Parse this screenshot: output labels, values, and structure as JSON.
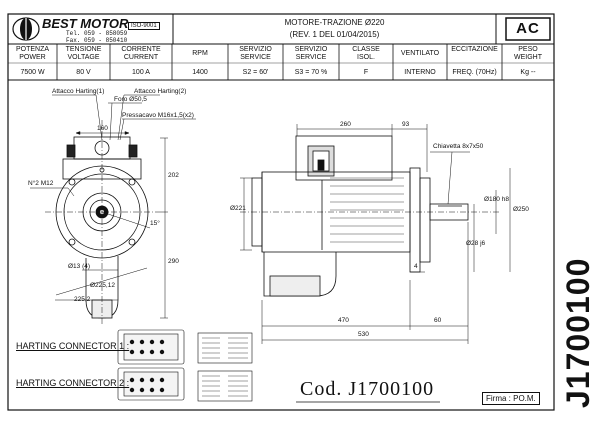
{
  "brand": {
    "name": "BEST MOTOR",
    "tel": "Tel. 059 - 858059",
    "fax": "Fax. 059 - 850410",
    "iso": "ISO-9001"
  },
  "title": {
    "line1": "MOTORE-TRAZIONE Ø220",
    "line2": "(REV. 1 DEL 01/04/2015)"
  },
  "type_badge": "AC",
  "specs": [
    {
      "head": [
        "POTENZA",
        "POWER"
      ],
      "value": "7500 W"
    },
    {
      "head": [
        "TENSIONE",
        "VOLTAGE"
      ],
      "value": "80 V"
    },
    {
      "head": [
        "CORRENTE",
        "CURRENT"
      ],
      "value": "100  A"
    },
    {
      "head": [
        "RPM",
        ""
      ],
      "value": "1400"
    },
    {
      "head": [
        "SERVIZIO",
        "SERVICE"
      ],
      "value": "S2 =  60'"
    },
    {
      "head": [
        "SERVIZIO",
        "SERVICE"
      ],
      "value": "S3 = 70 %"
    },
    {
      "head": [
        "CLASSE",
        "ISOL."
      ],
      "value": "F"
    },
    {
      "head": [
        "VENTILATO",
        ""
      ],
      "value": "INTERNO"
    },
    {
      "head": [
        "ECCITAZIONE",
        ""
      ],
      "value": "FREQ. (70Hz)"
    },
    {
      "head": [
        "PESO",
        "WEIGHT"
      ],
      "value": "Kg --"
    }
  ],
  "labels": {
    "harting1": "Attacco Harting(1)",
    "harting2": "Attacco Harting(2)",
    "foro": "Foro Ø50,5",
    "pressacavo": "Pressacavo M16x1,5(x2)",
    "n2m12": "N°2 M12",
    "chiavetta": "Chiavetta 8x7x50"
  },
  "dims": {
    "d160": "160",
    "d202": "202",
    "d290": "290",
    "d15": "15°",
    "d13": "Ø13 (4)",
    "d225_12": "Ø225,12",
    "d225_2": "225,2",
    "d260": "260",
    "d93": "93",
    "d221": "Ø221",
    "d180": "Ø180 h8",
    "d250": "Ø250",
    "d28": "Ø28 j6",
    "d4": "4",
    "d470": "470",
    "d60": "60",
    "d530": "530"
  },
  "connectors": {
    "c1": "HARTING CONNECTOR 1 :",
    "c2": "HARTING CONNECTOR 2 :"
  },
  "code": "Cod. J1700100",
  "firma": "Firma : PO.M.",
  "side_code": "J1700100"
}
